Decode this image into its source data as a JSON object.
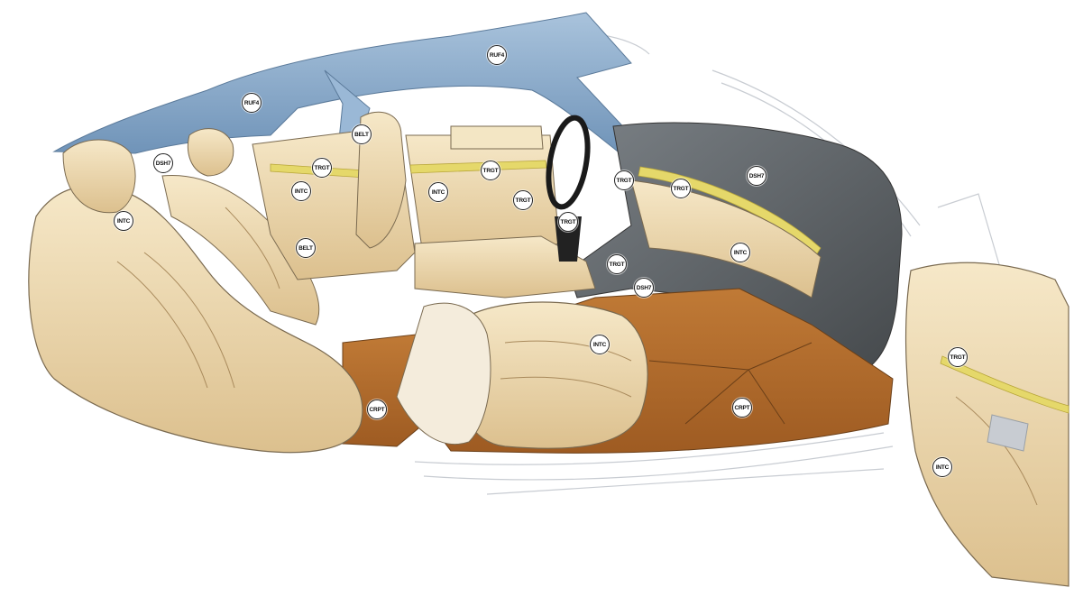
{
  "diagram": {
    "colors": {
      "leather": "#efdcb4",
      "leather_shadow": "#c9a874",
      "headliner": "#8fb0cf",
      "dashboard": "#5f6468",
      "carpet": "#b86f2c",
      "trim_strip": "#e5d86a",
      "outline": "#7a6a50"
    },
    "callouts": [
      {
        "id": "ruf4-headliner-front",
        "code": "RUF4"
      },
      {
        "id": "ruf4-headliner-rear",
        "code": "RUF4"
      },
      {
        "id": "belt-bpillar",
        "code": "BELT"
      },
      {
        "id": "belt-rear",
        "code": "BELT"
      },
      {
        "id": "dsh7-rear-shelf",
        "code": "DSH7"
      },
      {
        "id": "dsh7-dashboard",
        "code": "DSH7"
      },
      {
        "id": "dsh7-lower-console",
        "code": "DSH7"
      },
      {
        "id": "trgt-rear-door",
        "code": "TRGT"
      },
      {
        "id": "trgt-front-door",
        "code": "TRGT"
      },
      {
        "id": "trgt-door-handle",
        "code": "TRGT"
      },
      {
        "id": "trgt-shifter",
        "code": "TRGT"
      },
      {
        "id": "trgt-center-stack",
        "code": "TRGT"
      },
      {
        "id": "trgt-dash-strip",
        "code": "TRGT"
      },
      {
        "id": "trgt-console-lower",
        "code": "TRGT"
      },
      {
        "id": "trgt-open-door",
        "code": "TRGT"
      },
      {
        "id": "intc-rear-seat",
        "code": "INTC"
      },
      {
        "id": "intc-rear-door",
        "code": "INTC"
      },
      {
        "id": "intc-front-door",
        "code": "INTC"
      },
      {
        "id": "intc-dash-lower",
        "code": "INTC"
      },
      {
        "id": "intc-front-seat",
        "code": "INTC"
      },
      {
        "id": "intc-open-door",
        "code": "INTC"
      },
      {
        "id": "crpt-rear-floor",
        "code": "CRPT"
      },
      {
        "id": "crpt-front-floor",
        "code": "CRPT"
      }
    ]
  }
}
